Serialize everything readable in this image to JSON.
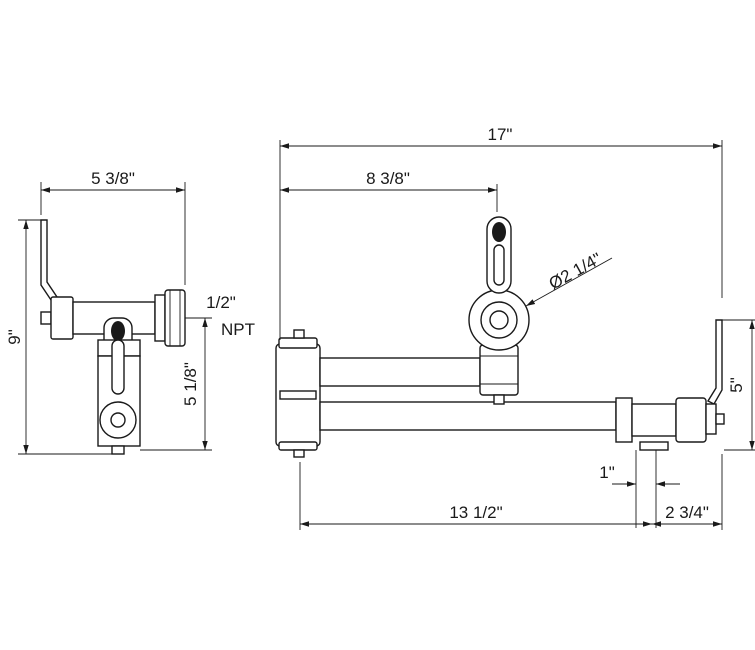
{
  "side_view": {
    "width": "5 3/8\"",
    "height": "9\"",
    "inlet_label_line1": "1/2\"",
    "inlet_label_line2": "NPT",
    "inlet_height": "5 1/8\""
  },
  "top_view": {
    "overall_length": "17\"",
    "valve_offset": "8 3/8\"",
    "handle_diameter": "Ø2 1/4\"",
    "height": "5\"",
    "spout_width": "1\"",
    "arm_reach": "13 1/2\"",
    "mount_depth": "2 3/4\""
  }
}
